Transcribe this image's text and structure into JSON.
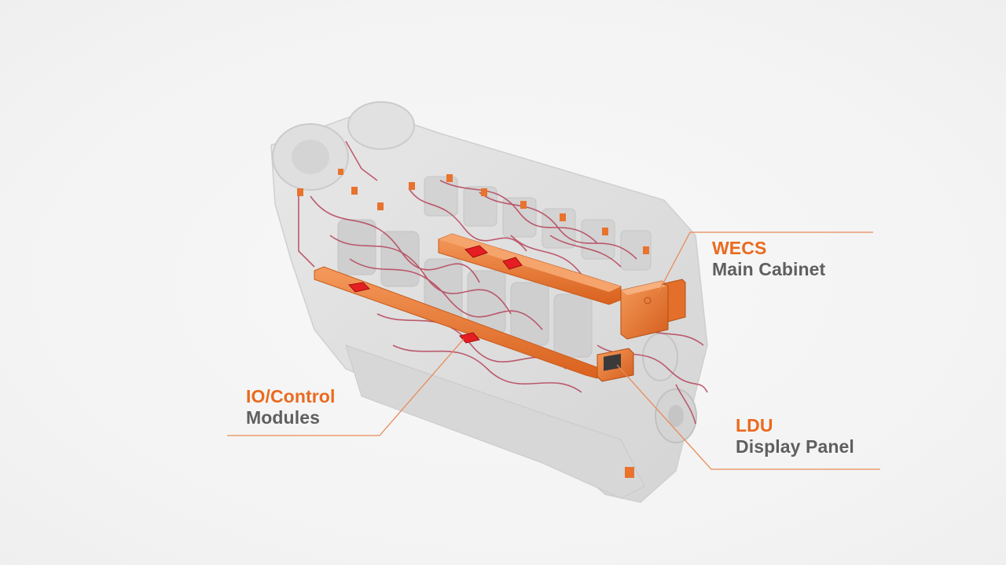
{
  "callouts": {
    "wecs": {
      "title": "WECS",
      "subtitle": "Main Cabinet"
    },
    "io": {
      "title": "IO/Control",
      "subtitle": "Modules"
    },
    "ldu": {
      "title": "LDU",
      "subtitle": "Display Panel"
    }
  },
  "colors": {
    "accent": "#ea6a1f",
    "label_grey": "#5f5f5f",
    "wiring": "#b5435a",
    "leader_line": "#e98a57",
    "engine_body": "#d9d9d9",
    "background": "#f5f5f5"
  }
}
